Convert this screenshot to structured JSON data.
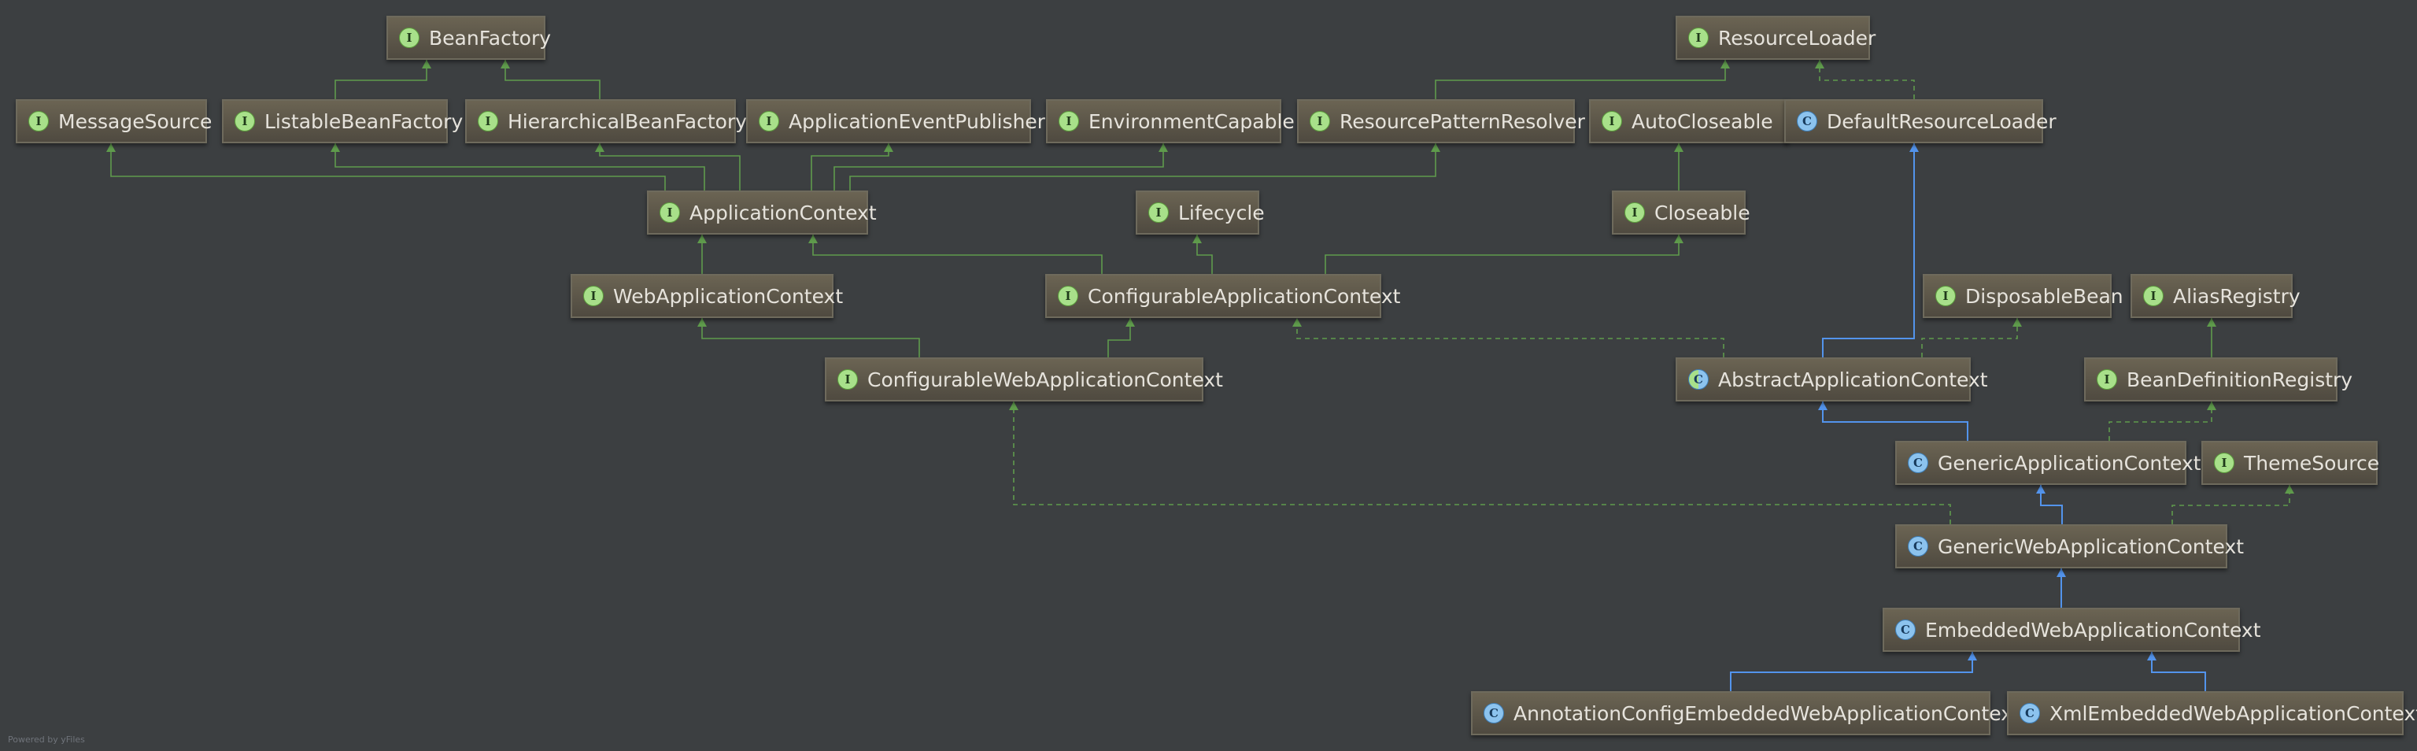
{
  "diagram": {
    "nodes": [
      {
        "id": "BeanFactory",
        "label": "BeanFactory",
        "kind": "interface",
        "badge": "I"
      },
      {
        "id": "ResourceLoader",
        "label": "ResourceLoader",
        "kind": "interface",
        "badge": "I"
      },
      {
        "id": "MessageSource",
        "label": "MessageSource",
        "kind": "interface",
        "badge": "I"
      },
      {
        "id": "ListableBeanFactory",
        "label": "ListableBeanFactory",
        "kind": "interface",
        "badge": "I"
      },
      {
        "id": "HierarchicalBeanFactory",
        "label": "HierarchicalBeanFactory",
        "kind": "interface",
        "badge": "I"
      },
      {
        "id": "ApplicationEventPublisher",
        "label": "ApplicationEventPublisher",
        "kind": "interface",
        "badge": "I"
      },
      {
        "id": "EnvironmentCapable",
        "label": "EnvironmentCapable",
        "kind": "interface",
        "badge": "I"
      },
      {
        "id": "ResourcePatternResolver",
        "label": "ResourcePatternResolver",
        "kind": "interface",
        "badge": "I"
      },
      {
        "id": "AutoCloseable",
        "label": "AutoCloseable",
        "kind": "interface",
        "badge": "I"
      },
      {
        "id": "DefaultResourceLoader",
        "label": "DefaultResourceLoader",
        "kind": "class",
        "badge": "C"
      },
      {
        "id": "ApplicationContext",
        "label": "ApplicationContext",
        "kind": "interface",
        "badge": "I"
      },
      {
        "id": "Lifecycle",
        "label": "Lifecycle",
        "kind": "interface",
        "badge": "I"
      },
      {
        "id": "Closeable",
        "label": "Closeable",
        "kind": "interface",
        "badge": "I"
      },
      {
        "id": "WebApplicationContext",
        "label": "WebApplicationContext",
        "kind": "interface",
        "badge": "I"
      },
      {
        "id": "ConfigurableApplicationContext",
        "label": "ConfigurableApplicationContext",
        "kind": "interface",
        "badge": "I"
      },
      {
        "id": "DisposableBean",
        "label": "DisposableBean",
        "kind": "interface",
        "badge": "I"
      },
      {
        "id": "AliasRegistry",
        "label": "AliasRegistry",
        "kind": "interface",
        "badge": "I"
      },
      {
        "id": "ConfigurableWebApplicationContext",
        "label": "ConfigurableWebApplicationContext",
        "kind": "interface",
        "badge": "I"
      },
      {
        "id": "AbstractApplicationContext",
        "label": "AbstractApplicationContext",
        "kind": "abstract",
        "badge": "C"
      },
      {
        "id": "BeanDefinitionRegistry",
        "label": "BeanDefinitionRegistry",
        "kind": "interface",
        "badge": "I"
      },
      {
        "id": "GenericApplicationContext",
        "label": "GenericApplicationContext",
        "kind": "class",
        "badge": "C"
      },
      {
        "id": "ThemeSource",
        "label": "ThemeSource",
        "kind": "interface",
        "badge": "I"
      },
      {
        "id": "GenericWebApplicationContext",
        "label": "GenericWebApplicationContext",
        "kind": "class",
        "badge": "C"
      },
      {
        "id": "EmbeddedWebApplicationContext",
        "label": "EmbeddedWebApplicationContext",
        "kind": "class",
        "badge": "C"
      },
      {
        "id": "AnnotationConfigEmbeddedWebApplicationContext",
        "label": "AnnotationConfigEmbeddedWebApplicationContext",
        "kind": "class",
        "badge": "C"
      },
      {
        "id": "XmlEmbeddedWebApplicationContext",
        "label": "XmlEmbeddedWebApplicationContext",
        "kind": "class",
        "badge": "C"
      }
    ],
    "edges": [
      {
        "from": "ListableBeanFactory",
        "to": "BeanFactory",
        "type": "extends"
      },
      {
        "from": "HierarchicalBeanFactory",
        "to": "BeanFactory",
        "type": "extends"
      },
      {
        "from": "ResourcePatternResolver",
        "to": "ResourceLoader",
        "type": "extends"
      },
      {
        "from": "DefaultResourceLoader",
        "to": "ResourceLoader",
        "type": "implements"
      },
      {
        "from": "ApplicationContext",
        "to": "MessageSource",
        "type": "extends"
      },
      {
        "from": "ApplicationContext",
        "to": "ListableBeanFactory",
        "type": "extends"
      },
      {
        "from": "ApplicationContext",
        "to": "HierarchicalBeanFactory",
        "type": "extends"
      },
      {
        "from": "ApplicationContext",
        "to": "ApplicationEventPublisher",
        "type": "extends"
      },
      {
        "from": "ApplicationContext",
        "to": "EnvironmentCapable",
        "type": "extends"
      },
      {
        "from": "ApplicationContext",
        "to": "ResourcePatternResolver",
        "type": "extends"
      },
      {
        "from": "Closeable",
        "to": "AutoCloseable",
        "type": "extends"
      },
      {
        "from": "WebApplicationContext",
        "to": "ApplicationContext",
        "type": "extends"
      },
      {
        "from": "ConfigurableApplicationContext",
        "to": "ApplicationContext",
        "type": "extends"
      },
      {
        "from": "ConfigurableApplicationContext",
        "to": "Lifecycle",
        "type": "extends"
      },
      {
        "from": "ConfigurableApplicationContext",
        "to": "Closeable",
        "type": "extends"
      },
      {
        "from": "ConfigurableWebApplicationContext",
        "to": "WebApplicationContext",
        "type": "extends"
      },
      {
        "from": "ConfigurableWebApplicationContext",
        "to": "ConfigurableApplicationContext",
        "type": "extends"
      },
      {
        "from": "AbstractApplicationContext",
        "to": "ConfigurableApplicationContext",
        "type": "implements"
      },
      {
        "from": "AbstractApplicationContext",
        "to": "DefaultResourceLoader",
        "type": "class-extends"
      },
      {
        "from": "AbstractApplicationContext",
        "to": "DisposableBean",
        "type": "implements"
      },
      {
        "from": "BeanDefinitionRegistry",
        "to": "AliasRegistry",
        "type": "extends"
      },
      {
        "from": "GenericApplicationContext",
        "to": "AbstractApplicationContext",
        "type": "class-extends"
      },
      {
        "from": "GenericApplicationContext",
        "to": "BeanDefinitionRegistry",
        "type": "implements"
      },
      {
        "from": "GenericWebApplicationContext",
        "to": "GenericApplicationContext",
        "type": "class-extends"
      },
      {
        "from": "GenericWebApplicationContext",
        "to": "ConfigurableWebApplicationContext",
        "type": "implements"
      },
      {
        "from": "GenericWebApplicationContext",
        "to": "ThemeSource",
        "type": "implements"
      },
      {
        "from": "EmbeddedWebApplicationContext",
        "to": "GenericWebApplicationContext",
        "type": "class-extends"
      },
      {
        "from": "AnnotationConfigEmbeddedWebApplicationContext",
        "to": "EmbeddedWebApplicationContext",
        "type": "class-extends"
      },
      {
        "from": "XmlEmbeddedWebApplicationContext",
        "to": "EmbeddedWebApplicationContext",
        "type": "class-extends"
      }
    ],
    "colors": {
      "background": "#3c3f41",
      "interface_edge": "#5f9b4c",
      "class_edge": "#5394ec"
    }
  },
  "footer": {
    "text": "Powered by yFiles"
  }
}
